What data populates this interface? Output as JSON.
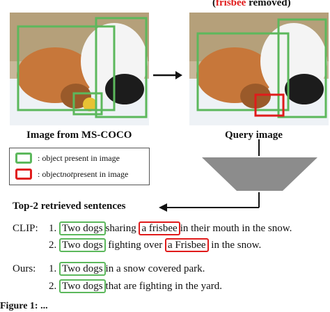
{
  "header": {
    "paren_open": "(",
    "removed_object": "frisbee",
    "removed_suffix": " removed)"
  },
  "images": {
    "left_caption": "Image from MS-COCO",
    "right_caption": "Query image"
  },
  "legend": {
    "green_label": ": object present in image",
    "red_prefix": ": object ",
    "red_emph": "not",
    "red_suffix": " present in image"
  },
  "results": {
    "heading": "Top-2 retrieved sentences",
    "clip_label": "CLIP:",
    "ours_label": "Ours:",
    "clip": [
      {
        "num": "1.",
        "obj1": "Two dogs",
        "mid": "sharing",
        "obj2": "a frisbee",
        "rest": "in their mouth in the snow."
      },
      {
        "num": "2.",
        "obj1": "Two dogs",
        "mid": "fighting over",
        "obj2": "a Frisbee",
        "rest": "in the snow."
      }
    ],
    "ours": [
      {
        "num": "1.",
        "obj1": "Two dogs",
        "rest": "in a snow covered park."
      },
      {
        "num": "2.",
        "obj1": "Two dogs",
        "rest": "that are fighting in the yard."
      }
    ]
  },
  "colors": {
    "present": "#5cb85c",
    "absent": "#e01b1b"
  },
  "caption_fragment": "Figure 1: ..."
}
